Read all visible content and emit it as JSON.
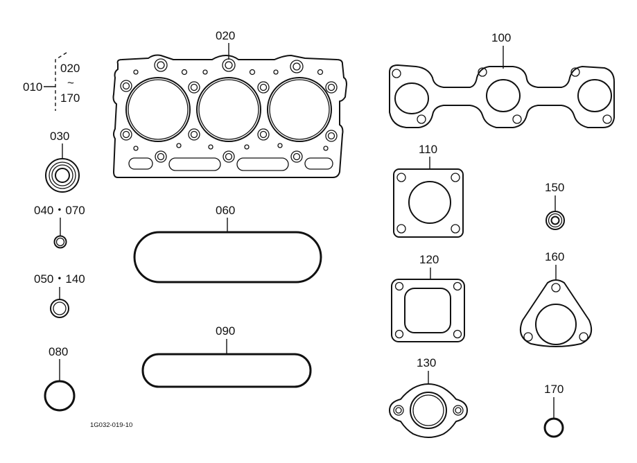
{
  "diagram": {
    "labels": {
      "p010": "010",
      "p020_range_top": "020",
      "p020_range_tilde": "~",
      "p170_range_bottom": "170",
      "p020": "020",
      "p030": "030",
      "p040_070": "040・070",
      "p050_140": "050・140",
      "p060": "060",
      "p080": "080",
      "p090": "090",
      "p100": "100",
      "p110": "110",
      "p120": "120",
      "p130": "130",
      "p150": "150",
      "p160": "160",
      "p170": "170"
    },
    "drawing_code": "1G032-019-10"
  }
}
